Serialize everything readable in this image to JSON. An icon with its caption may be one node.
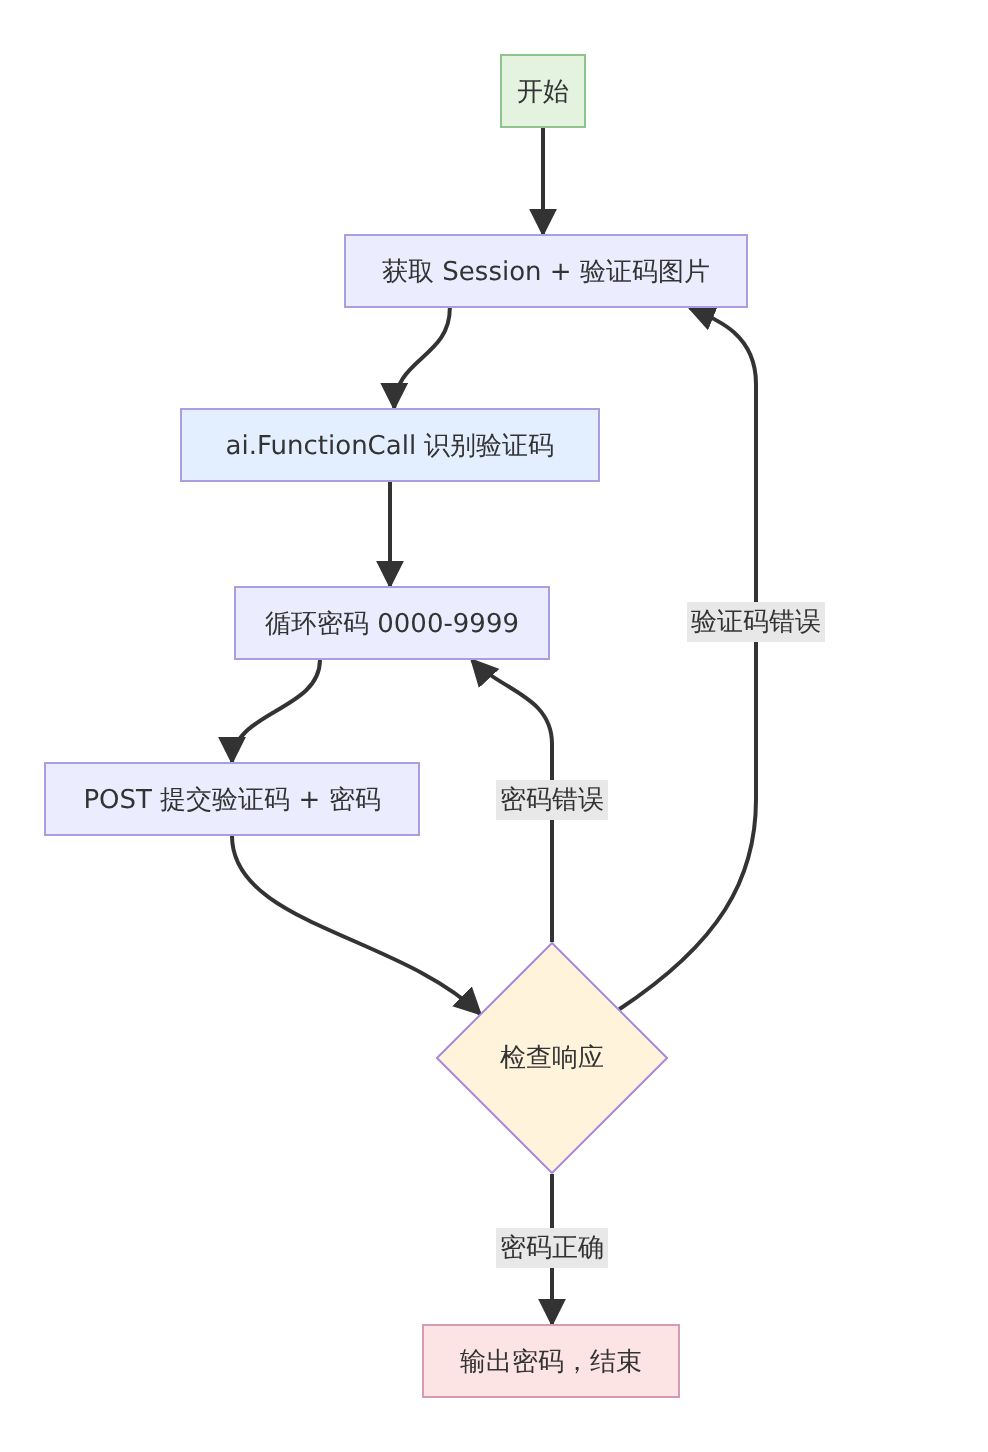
{
  "diagram": {
    "nodes": [
      {
        "text": [
          "开始"
        ]
      },
      {
        "text": [
          "获取 Session + 验证码图片"
        ]
      },
      {
        "text": [
          "ai.FunctionCall 识别验证码"
        ]
      },
      {
        "text": [
          "循环密码 0000-9999"
        ]
      },
      {
        "text": [
          "POST 提交验证码 + 密码"
        ]
      },
      {
        "text": [
          "检查响应"
        ]
      },
      {
        "text": [
          "输出密码，结束"
        ]
      }
    ],
    "edges": [
      {
        "from": 0,
        "to": 1,
        "arrow": "to"
      },
      {
        "from": 1,
        "to": 2,
        "arrow": "to"
      },
      {
        "from": 2,
        "to": 3,
        "arrow": "to"
      },
      {
        "from": 3,
        "to": 4,
        "arrow": "to"
      },
      {
        "from": 4,
        "to": 5,
        "arrow": "to"
      },
      {
        "from": 5,
        "to": 3,
        "arrow": "to",
        "label": "密码错误"
      },
      {
        "from": 5,
        "to": 1,
        "arrow": "to",
        "label": "验证码错误"
      },
      {
        "from": 5,
        "to": 6,
        "arrow": "to",
        "label": "密码正确"
      }
    ]
  }
}
